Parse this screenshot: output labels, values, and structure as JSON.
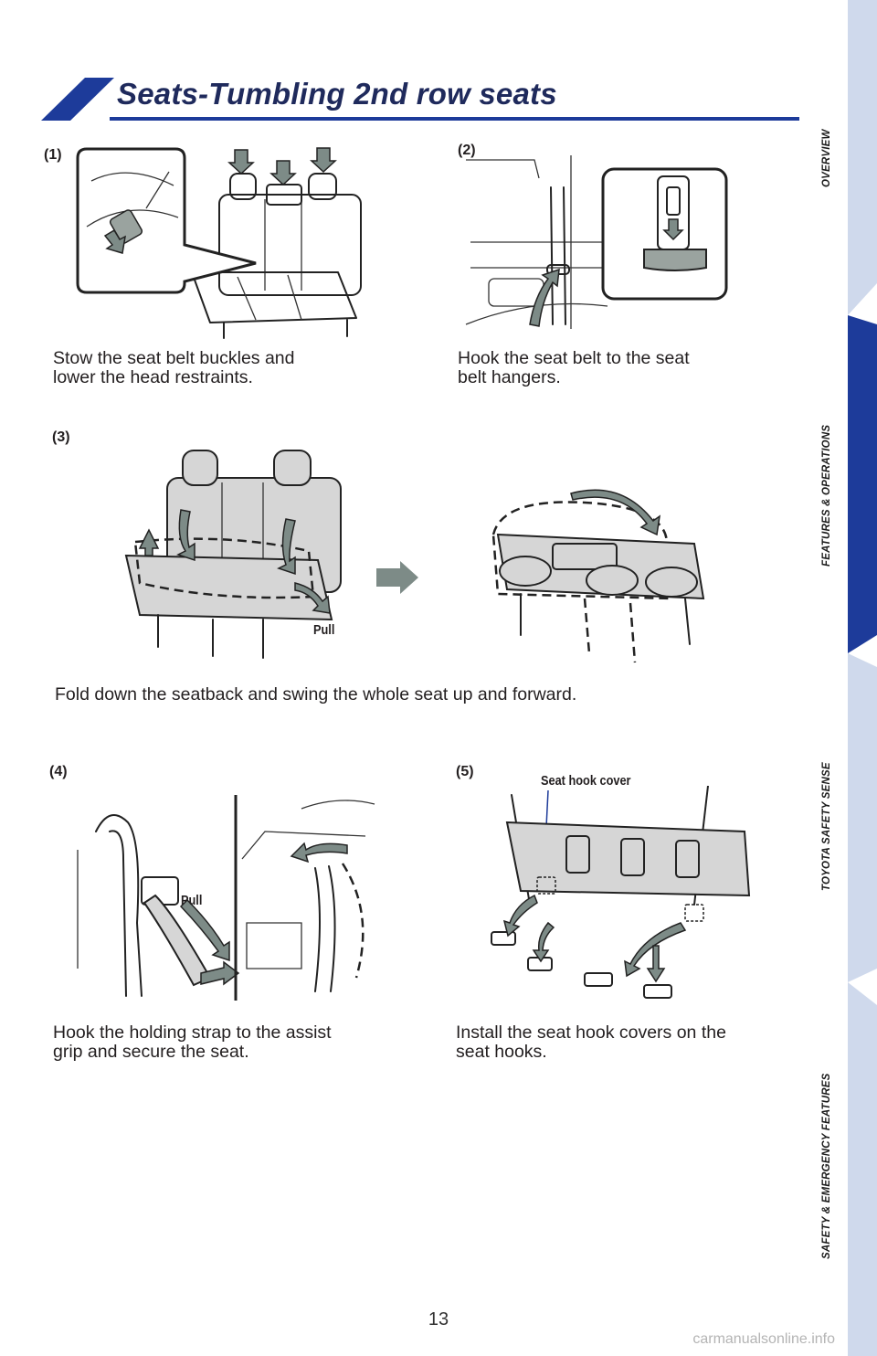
{
  "header": {
    "title": "Seats-Tumbling 2nd row seats"
  },
  "steps": [
    {
      "label": "(1)",
      "caption": [
        "Stow the seat belt buckles and",
        "lower the head restraints."
      ]
    },
    {
      "label": "(2)",
      "caption": [
        "Hook the seat belt to the seat",
        "belt hangers."
      ]
    },
    {
      "label": "(3)",
      "caption": [
        "Fold down the seatback and swing the whole seat up and forward."
      ],
      "callout": "Pull"
    },
    {
      "label": "(4)",
      "caption": [
        "Hook the holding strap to the assist",
        "grip and secure the seat."
      ],
      "callout": "Pull"
    },
    {
      "label": "(5)",
      "caption": [
        "Install the seat hook covers on the",
        "seat hooks."
      ],
      "callout": "Seat hook cover"
    }
  ],
  "sidebar": {
    "colors": {
      "tab": "#cfd9ec",
      "active": "#1d3b9a"
    },
    "tabs": [
      {
        "label": "OVERVIEW",
        "active": false
      },
      {
        "label": "FEATURES & OPERATIONS",
        "active": true
      },
      {
        "label": "TOYOTA SAFETY SENSE",
        "active": false
      },
      {
        "label": "SAFETY & EMERGENCY FEATURES",
        "active": false
      }
    ]
  },
  "page_number": "13",
  "watermark": "carmanualsonline.info"
}
